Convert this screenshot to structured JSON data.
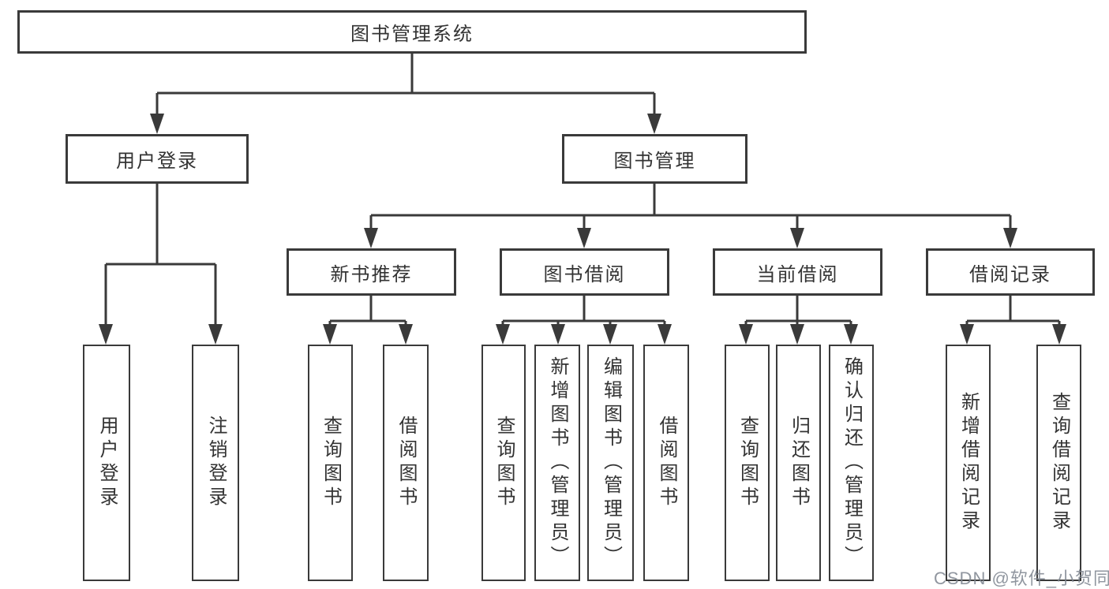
{
  "tree": {
    "root": "图书管理系统",
    "level2": [
      "用户登录",
      "图书管理"
    ],
    "level3": [
      "新书推荐",
      "图书借阅",
      "当前借阅",
      "借阅记录"
    ],
    "leaves": {
      "login": [
        "用户登录",
        "注销登录"
      ],
      "recommend": [
        "查询图书",
        "借阅图书"
      ],
      "borrow": [
        "查询图书",
        "新增图书（管理员）",
        "编辑图书（管理员）",
        "借阅图书"
      ],
      "current": [
        "查询图书",
        "归还图书",
        "确认归还（管理员）"
      ],
      "records": [
        "新增借阅记录",
        "查询借阅记录"
      ]
    }
  },
  "watermark": "CSDN @软件_小贺同学",
  "colors": {
    "line": "#3a3a3a",
    "box_border": "#3a3a3a",
    "text": "#333333",
    "watermark": "#9aa0a8",
    "background": "#ffffff"
  }
}
